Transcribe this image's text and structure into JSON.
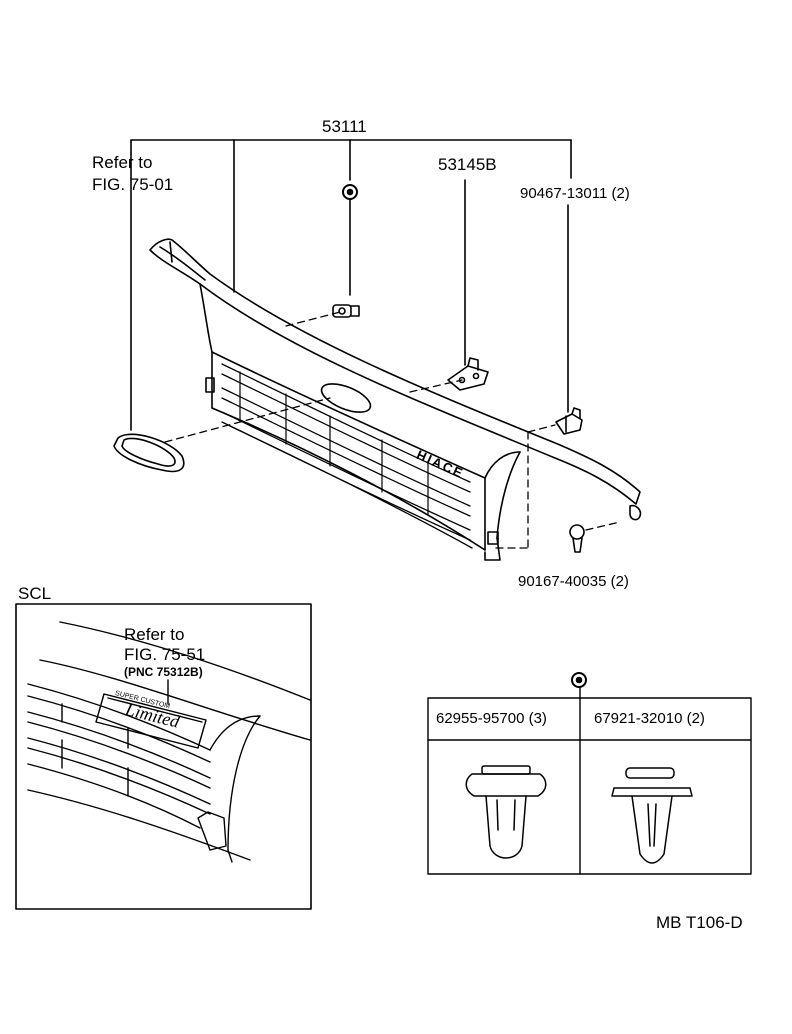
{
  "labels": {
    "main_part": "53111",
    "refer_to_left_line1": "Refer to",
    "refer_to_left_line2": "FIG. 75-01",
    "bracket_part": "53145B",
    "screw_upper": "90467-13011 (2)",
    "screw_lower": "90167-40035 (2)",
    "scl": "SCL",
    "refer_to_inset_line1": "Refer to",
    "refer_to_inset_line2": "FIG. 75-51",
    "refer_to_inset_line3": "(PNC 75312B)",
    "emblem_top": "SUPER CUSTOM",
    "emblem_script": "Limited",
    "grille_badge": "HIACE",
    "clip_left": "62955-95700 (3)",
    "clip_right": "67921-32010 (2)",
    "footer_code": "MB T106-D"
  },
  "icons": {
    "clip_symbol": "clip-marker-icon"
  }
}
